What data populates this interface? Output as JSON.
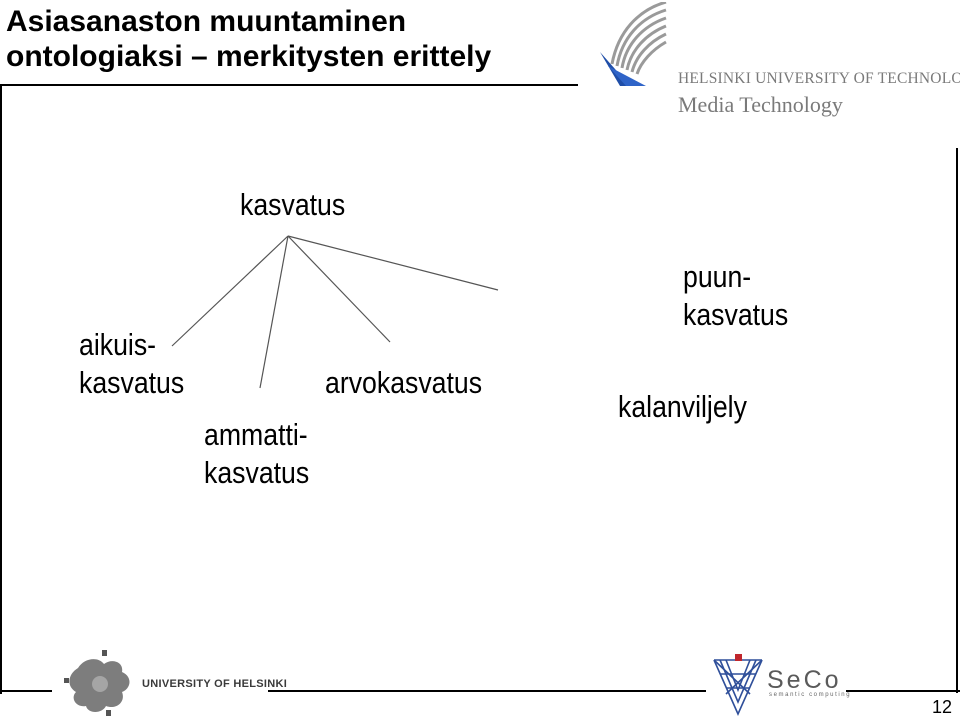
{
  "slide": {
    "title_line1": "Asiasanaston muuntaminen",
    "title_line2": "ontologiaksi – merkitysten erittely",
    "page_number": "12"
  },
  "logos": {
    "hut_name": "HELSINKI UNIVERSITY OF TECHNOLOGY",
    "hut_dept": "Media Technology",
    "uh_name": "UNIVERSITY OF HELSINKI",
    "seco_name": "SeCo",
    "seco_tagline": "semantic computing"
  },
  "diagram": {
    "root": "kasvatus",
    "children": {
      "aikuis": {
        "line1": "aikuis-",
        "line2": "kasvatus"
      },
      "ammatti": {
        "line1": "ammatti-",
        "line2": "kasvatus"
      },
      "arvo": "arvokasvatus",
      "puun": {
        "line1": "puun-",
        "line2": "kasvatus"
      }
    },
    "separate": "kalanviljely",
    "colors": {
      "edge": "#555555",
      "text": "#000000"
    }
  }
}
